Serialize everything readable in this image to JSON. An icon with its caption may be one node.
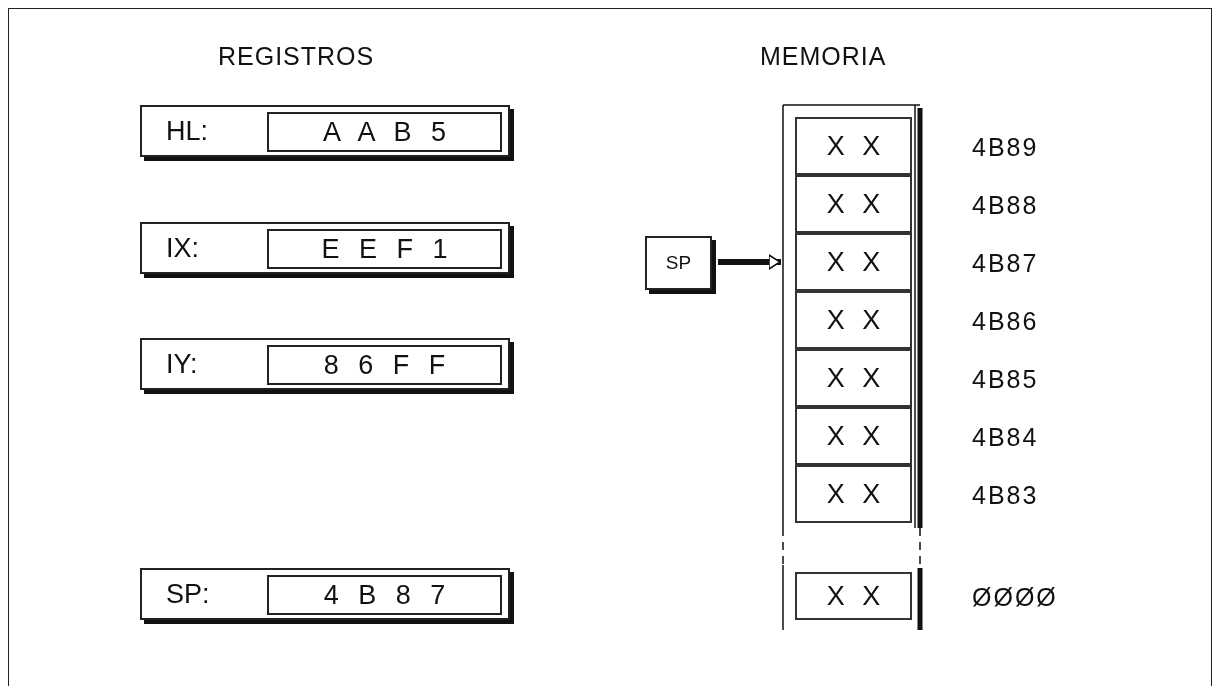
{
  "diagram": {
    "nodes": [
      {
        "text": [
          "HL:"
        ]
      },
      {
        "text": [
          "A A B 5"
        ],
        "in": 0
      },
      {
        "text": [
          "IX:"
        ]
      },
      {
        "text": [
          "E E F 1"
        ],
        "in": 2
      },
      {
        "text": [
          "IY:"
        ]
      },
      {
        "text": [
          "8 6 F F"
        ],
        "in": 4
      },
      {
        "text": [
          "SP:"
        ]
      },
      {
        "text": [
          "4 B 8 7"
        ],
        "in": 6
      },
      {
        "text": [
          "MEMORIA"
        ]
      },
      {
        "text": [
          "X X"
        ],
        "in": 8,
        "beside": [
          "4B89"
        ]
      },
      {
        "text": [
          "X X"
        ],
        "in": 8,
        "beside": [
          "4B88"
        ]
      },
      {
        "text": [
          "X X"
        ],
        "in": 8,
        "beside": [
          "4B87"
        ]
      },
      {
        "text": [
          "X X"
        ],
        "in": 8,
        "beside": [
          "4B86"
        ]
      },
      {
        "text": [
          "X X"
        ],
        "in": 8,
        "beside": [
          "4B85"
        ]
      },
      {
        "text": [
          "X X"
        ],
        "in": 8,
        "beside": [
          "4B84"
        ]
      },
      {
        "text": [
          "X X"
        ],
        "in": 8,
        "beside": [
          "4B83"
        ]
      },
      {
        "text": [
          "X X"
        ],
        "in": 8,
        "beside": [
          "ØØØØ"
        ]
      },
      {
        "text": [
          "SP"
        ]
      }
    ],
    "edges": [
      {
        "from": 17,
        "to": 11,
        "arrow": "to"
      }
    ],
    "labels": [
      "REGISTROS"
    ]
  }
}
